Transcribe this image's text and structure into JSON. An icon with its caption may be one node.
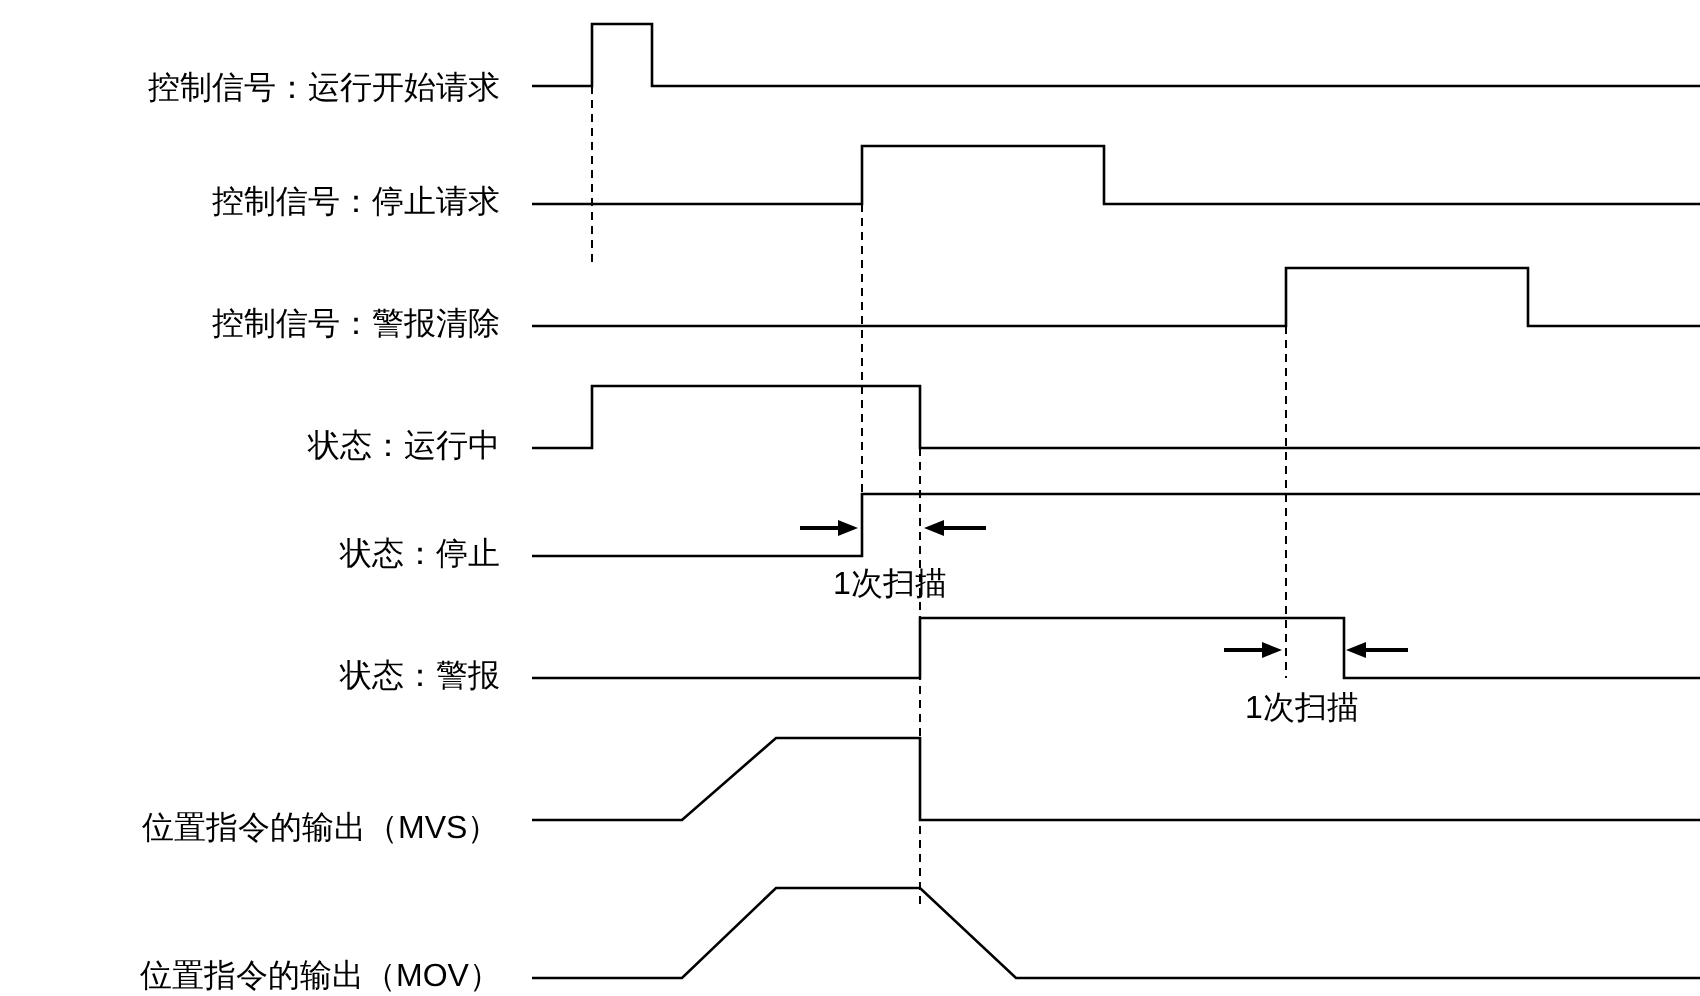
{
  "diagram": {
    "labels": [
      "控制信号：运行开始请求",
      "控制信号：停止请求",
      "控制信号：警报清除",
      "状态：运行中",
      "状态：停止",
      "状态：警报",
      "位置指令的输出（MVS）",
      "位置指令的输出（MOV）",
      "1次扫描",
      "1次扫描"
    ]
  }
}
